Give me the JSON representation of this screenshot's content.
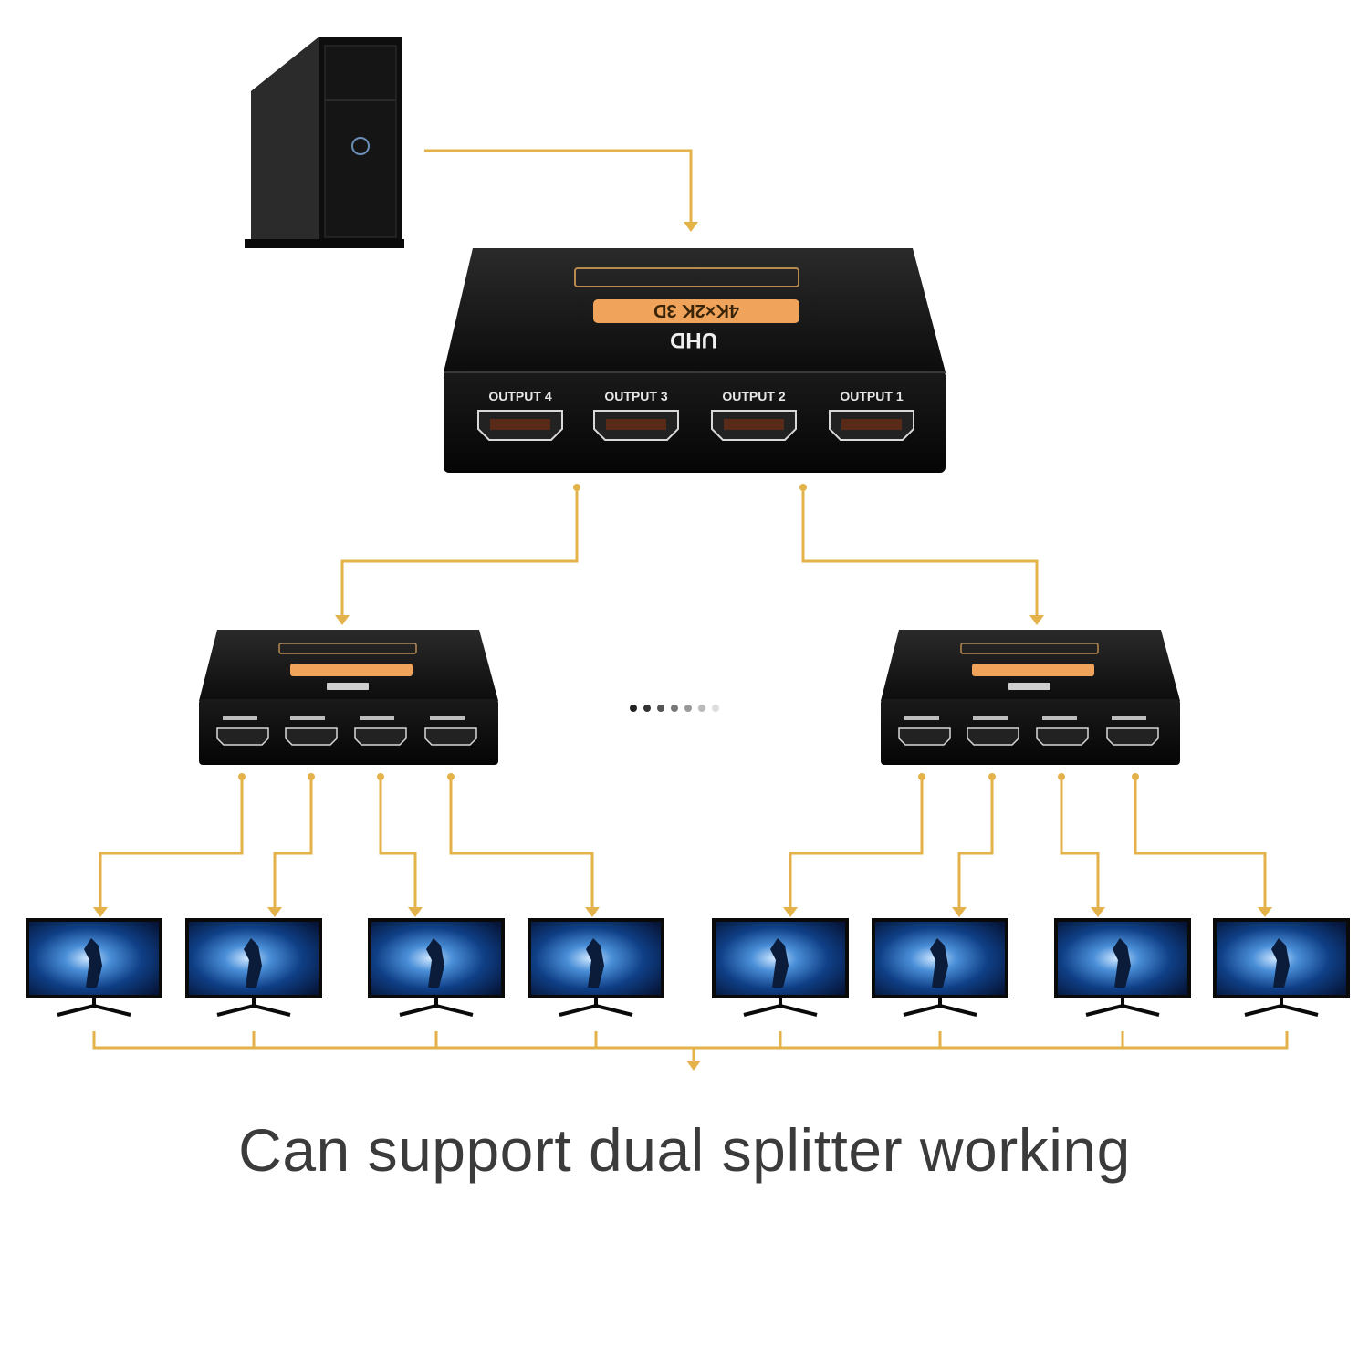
{
  "caption": "Can support dual splitter working",
  "main_splitter": {
    "port_labels": [
      "OUTPUT 4",
      "OUTPUT 3",
      "OUTPUT 2",
      "OUTPUT 1"
    ],
    "badge_text": "4K×2K 3D",
    "brand_text": "UHD"
  },
  "colors": {
    "connector_line": "#e3b24a",
    "device_body": "#141414",
    "badge": "#f0a35a"
  },
  "icons": {
    "source": "pc-tower-icon",
    "display": "monitor-icon",
    "carousel": "pagination-dots-icon"
  }
}
